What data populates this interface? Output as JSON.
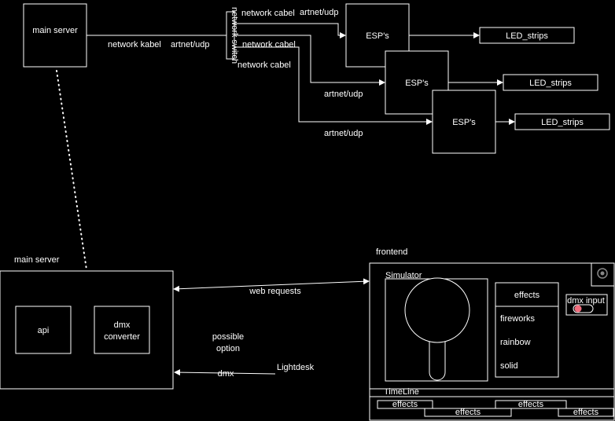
{
  "top": {
    "main_server": "main server",
    "network_switch": "network switch",
    "label_network_kabel": "network kabel",
    "label_artnet_1": "artnet/udp",
    "label_cabel_1": "network cabel",
    "label_artnet_2": "artnet/udp",
    "label_cabel_2": "network cabel",
    "label_cabel_3": "network cabel",
    "label_artnet_3": "artnet/udp",
    "label_artnet_4": "artnet/udp",
    "esp_1": "ESP's",
    "esp_2": "ESP's",
    "esp_3": "ESP's",
    "led_1": "LED_strips",
    "led_2": "LED_strips",
    "led_3": "LED_strips"
  },
  "bottom": {
    "main_server_title": "main server",
    "api": "api",
    "dmx_converter_1": "dmx",
    "dmx_converter_2": "converter",
    "web_requests": "web requests",
    "possible_option_1": "possible",
    "possible_option_2": "option",
    "dmx": "dmx",
    "lightdesk": "Lightdesk"
  },
  "frontend": {
    "title": "frontend",
    "simulator": "Simulator",
    "effects_heading": "effects",
    "effects": [
      "fireworks",
      "rainbow",
      "solid"
    ],
    "dmx_input": "dmx input",
    "timeline": "TimeLine",
    "clips": [
      "effects",
      "effects",
      "effects",
      "effects"
    ]
  }
}
